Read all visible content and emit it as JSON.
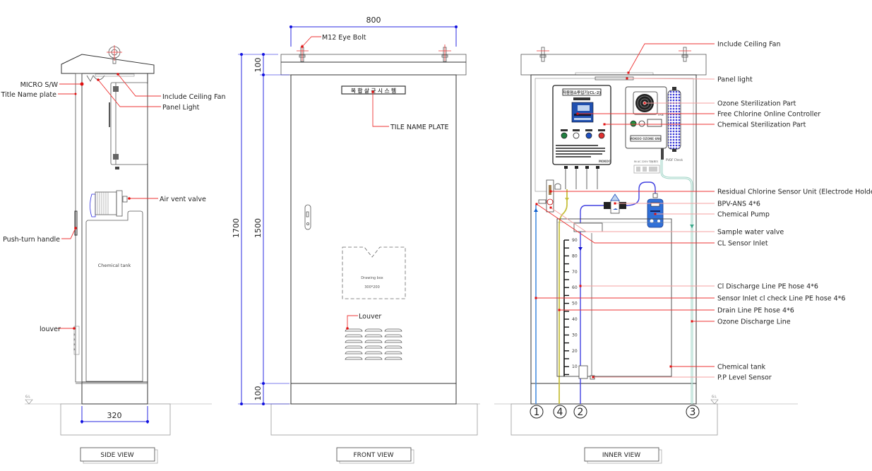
{
  "drawing": {
    "side_view": {
      "title": "SIDE VIEW",
      "width_dim": "320",
      "ground_label": "G.L",
      "tank_label": "Chemical tank",
      "callouts": {
        "micro_sw": "MICRO S/W",
        "title_plate": "Title Name plate",
        "ceiling_fan": "Include Ceiling Fan",
        "panel_light": "Panel Light",
        "air_vent": "Air vent valve",
        "handle": "Push-turn handle",
        "louver": "louver"
      }
    },
    "front_view": {
      "title": "FRONT VIEW",
      "width_dim": "800",
      "height_total_dim": "1700",
      "height_body_dim": "1500",
      "top_dim": "100",
      "base_dim": "100",
      "eye_bolt": "M12  Eye Bolt",
      "name_plate_text": "복 합 살 균 시 스 템",
      "name_plate_callout": "TILE NAME PLATE",
      "drawing_box": "Drawing box",
      "drawing_box_size": "300*200",
      "louver": "Louver"
    },
    "inner_view": {
      "title": "INNER VIEW",
      "ground_label": "G.L",
      "controller_title": "자동염소투입기(CL-2)",
      "controller_sub": "자동염소반응기",
      "controller_brand": "MOKOO",
      "ozone_brand": "MOKOO OZONE 6N6",
      "fan_label": "FAN",
      "pvdf_check": "PVDF Check",
      "breaker_label": "IN AC 220V 차동제어",
      "scale_ticks": [
        "90",
        "80",
        "70",
        "60",
        "50",
        "40",
        "30",
        "20",
        "10"
      ],
      "port_numbers": [
        "1",
        "4",
        "2",
        "3"
      ],
      "callouts": [
        "Include Ceiling Fan",
        "Panel light",
        "Ozone Sterilization Part",
        "Free Chlorine Online Controller",
        "Chemical Sterilization Part",
        "Residual Chlorine Sensor Unit (Electrode Holder)",
        "BPV-ANS 4*6",
        "Chemical Pump",
        "Sample water valve",
        "CL Sensor Inlet",
        "Cl Discharge Line PE hose 4*6",
        "Sensor Inlet cl check Line PE hose 4*6",
        "Drain Line PE hose 4*6",
        "Ozone Discharge Line",
        "Chemical tank",
        "P.P Level Sensor"
      ]
    },
    "colors": {
      "leader": "#e33333",
      "dimension": "#2a2ae0",
      "line_1": "#4a90e0",
      "line_2": "#4040e0",
      "line_3": "#3aa88a",
      "line_4": "#c8c040"
    }
  }
}
